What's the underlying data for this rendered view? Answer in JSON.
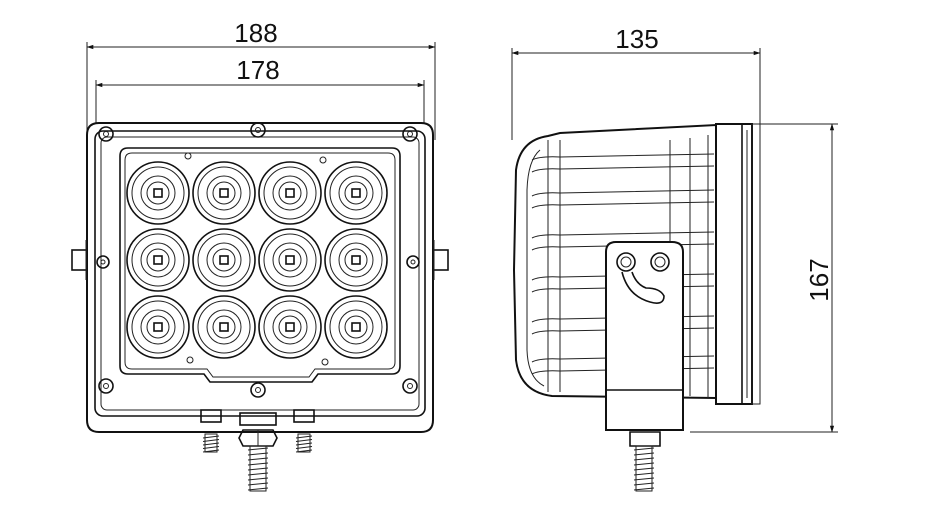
{
  "dimensions": {
    "front_overall_width": "188",
    "front_inner_width": "178",
    "side_depth": "135",
    "side_height": "167"
  },
  "front_view": {
    "led_rows": 3,
    "led_columns": 4
  },
  "colors": {
    "line": "#111111",
    "background": "#ffffff"
  }
}
